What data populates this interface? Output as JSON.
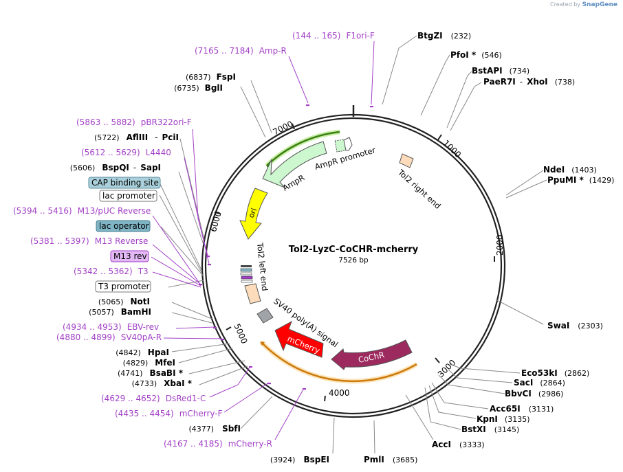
{
  "credit": {
    "prefix": "Created by",
    "brand": "SnapGene"
  },
  "plasmid": {
    "name": "Tol2-LyzC-CoCHR-mcherry",
    "size": "7526 bp"
  },
  "ticks": [
    "1000",
    "2000",
    "3000",
    "4000",
    "5000",
    "6000",
    "7000"
  ],
  "features": [
    {
      "label": "AmpR promoter"
    },
    {
      "label": "AmpR"
    },
    {
      "label": "Tol2 right end"
    },
    {
      "label": "ori"
    },
    {
      "label": "Tol2 left end"
    },
    {
      "label": "SV40 poly(A) signal"
    },
    {
      "label": "mCherry"
    },
    {
      "label": "CoChR"
    }
  ],
  "primers": [
    {
      "range": "(144 .. 165)",
      "name": "F1ori-F"
    },
    {
      "range": "(7165 .. 7184)",
      "name": "Amp-R"
    },
    {
      "range": "(5863 .. 5882)",
      "name": "pBR322ori-F"
    },
    {
      "range": "(5612 .. 5629)",
      "name": "L4440"
    },
    {
      "range": "(5394 .. 5416)",
      "name": "M13/pUC Reverse"
    },
    {
      "range": "(5381 .. 5397)",
      "name": "M13 Reverse"
    },
    {
      "range": "(5342 .. 5362)",
      "name": "T3"
    },
    {
      "range": "(4934 .. 4953)",
      "name": "EBV-rev"
    },
    {
      "range": "(4880 .. 4899)",
      "name": "SV40pA-R"
    },
    {
      "range": "(4629 .. 4652)",
      "name": "DsRed1-C"
    },
    {
      "range": "(4435 .. 4454)",
      "name": "mCherry-F"
    },
    {
      "range": "(4167 .. 4185)",
      "name": "mCherry-R"
    }
  ],
  "boxed_features": [
    {
      "label": "CAP binding site"
    },
    {
      "label": "lac promoter"
    },
    {
      "label": "lac operator"
    },
    {
      "label": "M13 rev"
    },
    {
      "label": "T3 promoter"
    }
  ],
  "sites_right": [
    {
      "name": "BtgZI",
      "pos": "(232)"
    },
    {
      "name": "PfoI *",
      "pos": "(546)"
    },
    {
      "name": "BstAPI",
      "pos": "(734)"
    },
    {
      "name": "PaeR7I",
      "name2": "XhoI",
      "pos": "(738)"
    },
    {
      "name": "NdeI",
      "pos": "(1403)"
    },
    {
      "name": "PpuMI *",
      "pos": "(1429)"
    },
    {
      "name": "SwaI",
      "pos": "(2303)"
    },
    {
      "name": "Eco53kI",
      "pos": "(2862)"
    },
    {
      "name": "SacI",
      "pos": "(2864)"
    },
    {
      "name": "BbvCI",
      "pos": "(2986)"
    },
    {
      "name": "Acc65I",
      "pos": "(3131)"
    },
    {
      "name": "KpnI",
      "pos": "(3135)"
    },
    {
      "name": "BstXI",
      "pos": "(3145)"
    },
    {
      "name": "AccI",
      "pos": "(3333)"
    },
    {
      "name": "PmlI",
      "pos": "(3685)"
    }
  ],
  "sites_left": [
    {
      "pos": "(6837)",
      "name": "FspI"
    },
    {
      "pos": "(6735)",
      "name": "BglI"
    },
    {
      "pos": "(5722)",
      "name": "AflIII",
      "name2": "PciI"
    },
    {
      "pos": "(5606)",
      "name": "BspQI",
      "name2": "SapI"
    },
    {
      "pos": "(5065)",
      "name": "NotI"
    },
    {
      "pos": "(5057)",
      "name": "BamHI"
    },
    {
      "pos": "(4842)",
      "name": "HpaI"
    },
    {
      "pos": "(4829)",
      "name": "MfeI"
    },
    {
      "pos": "(4741)",
      "name": "BsaBI *"
    },
    {
      "pos": "(4733)",
      "name": "XbaI *"
    },
    {
      "pos": "(4377)",
      "name": "SbfI"
    },
    {
      "pos": "(3924)",
      "name": "BspEI"
    }
  ],
  "colors": {
    "primer": "#a23fc6",
    "backbone": "#222222",
    "ampr": "#cdf7cf",
    "ori": "#ffff00",
    "mcherry": "#ff0000",
    "cochr": "#9c2a5e",
    "tol2": "#fddcbc",
    "sv40": "#a0a4a8",
    "cap": "#a9d0db",
    "lac_operator": "#7fb4c4",
    "m13rev": "#e2b8f5",
    "orf_green": "#3b7f12",
    "orf_orange": "#cc7a0c",
    "orf_green_glow": "#c9efa8",
    "orf_orange_glow": "#fde5bb"
  }
}
